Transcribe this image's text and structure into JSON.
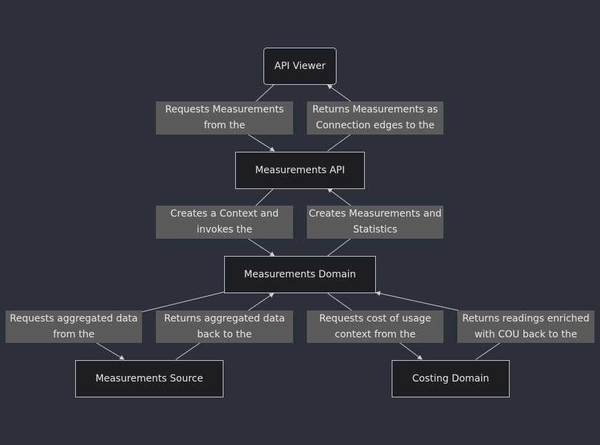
{
  "diagram": {
    "nodes": {
      "api_viewer": "API Viewer",
      "measurements_api": "Measurements API",
      "measurements_domain": "Measurements Domain",
      "measurements_source": "Measurements Source",
      "costing_domain": "Costing Domain"
    },
    "edge_labels": {
      "viewer_to_api": [
        "Requests Measurements",
        "from the"
      ],
      "api_to_viewer": [
        "Returns Measurements as",
        "Connection edges to the"
      ],
      "api_to_domain": [
        "Creates a Context and",
        "invokes the"
      ],
      "domain_to_api": [
        "Creates Measurements and",
        "Statistics"
      ],
      "domain_to_source": [
        "Requests aggregated data",
        "from the"
      ],
      "source_to_domain": [
        "Returns aggregated data",
        "back to the"
      ],
      "domain_to_costing": [
        "Requests cost of usage",
        "context from the"
      ],
      "costing_to_domain": [
        "Returns readings enriched",
        "with COU back to the"
      ]
    },
    "colors": {
      "background": "#2b303b",
      "node_fill": "#1e1f22",
      "node_border": "#c8c8c8",
      "label_fill": "#5b5b5b",
      "edge": "#d0d0d0",
      "text": "#e6e6e6"
    }
  }
}
